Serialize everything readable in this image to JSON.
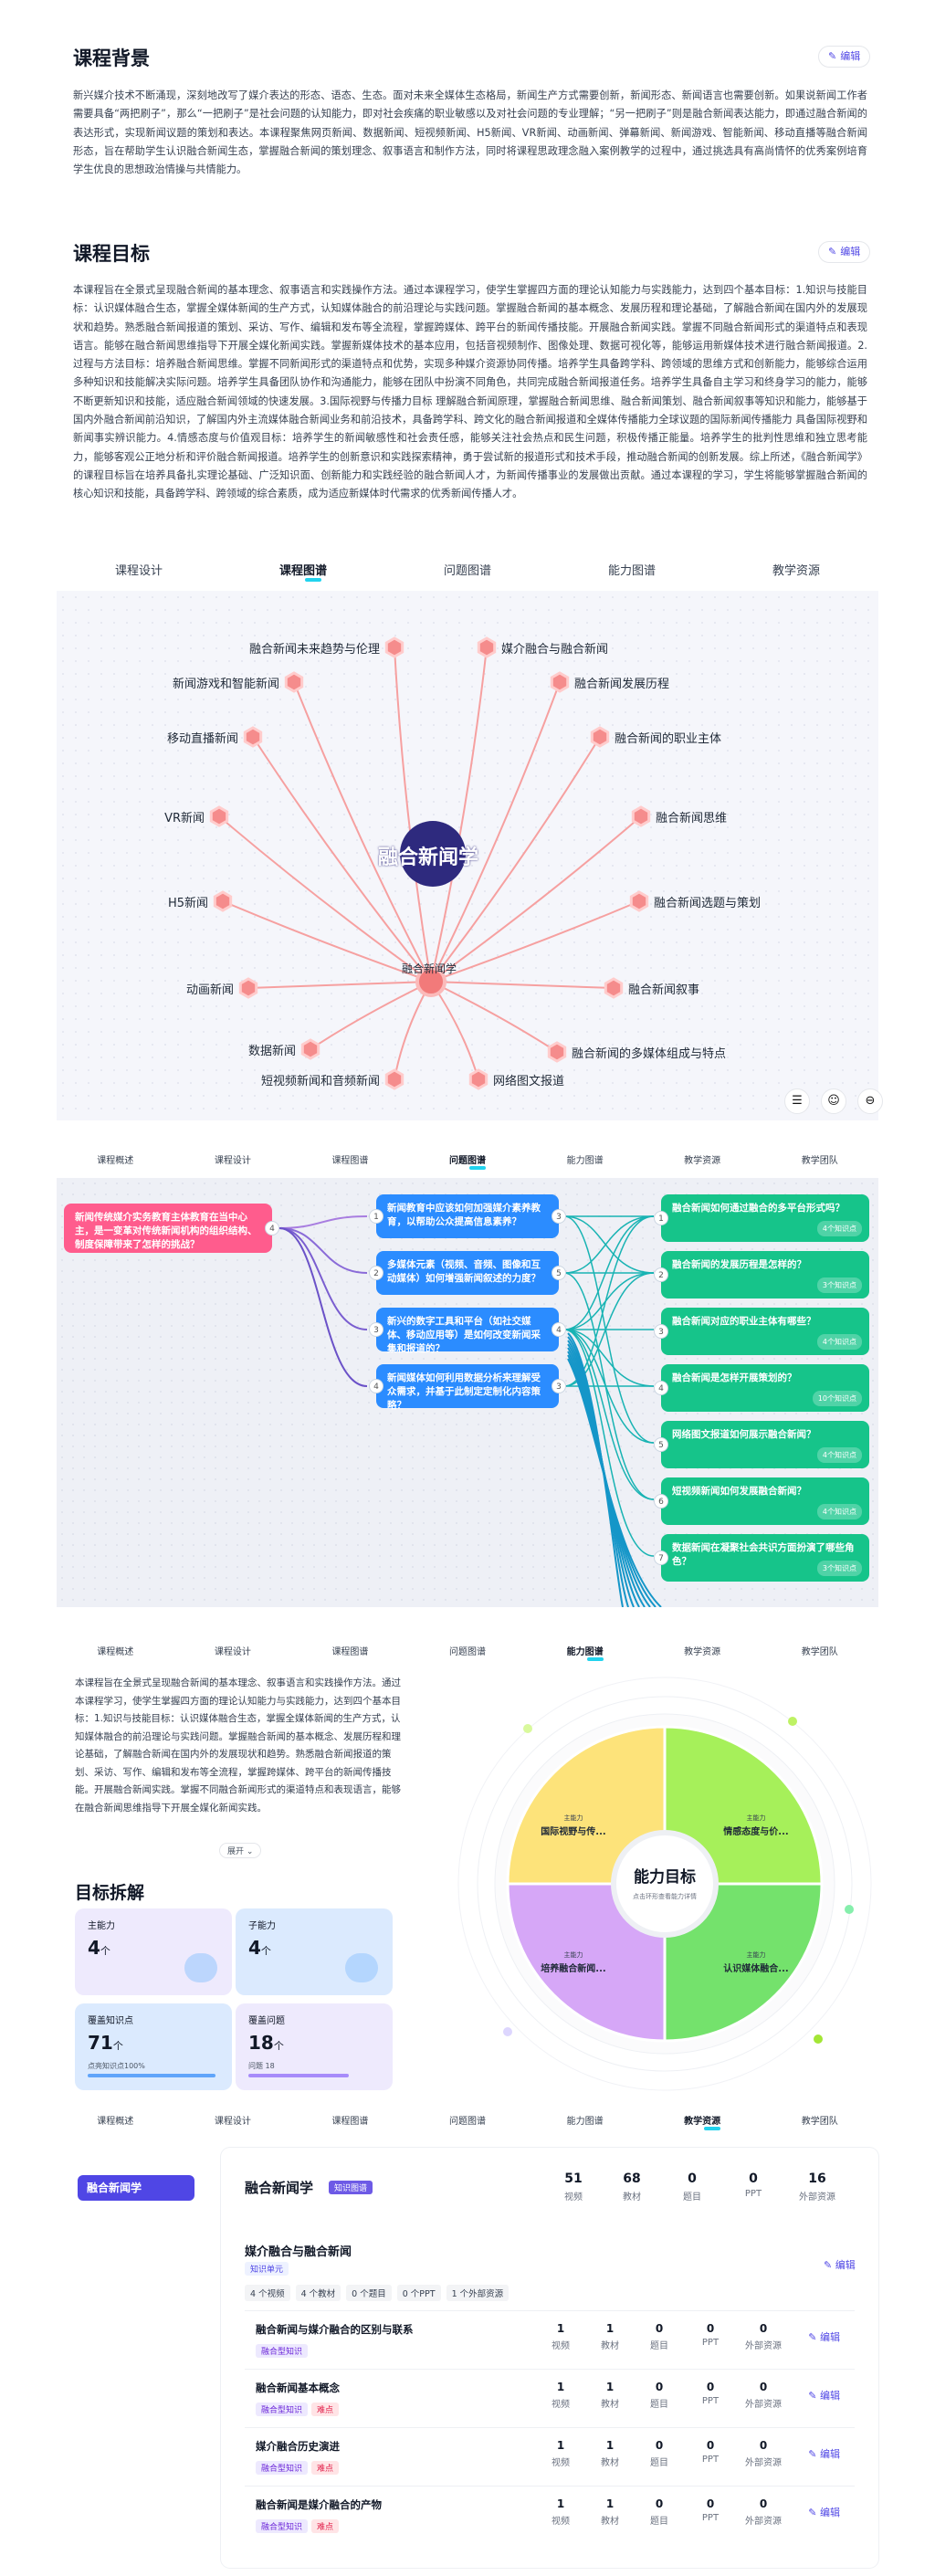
{
  "background": {
    "title": "课程背景",
    "edit": "编辑",
    "text": "新兴媒介技术不断涌现，深刻地改写了媒介表达的形态、语态、生态。面对未来全媒体生态格局，新闻生产方式需要创新，新闻形态、新闻语言也需要创新。如果说新闻工作者需要具备“两把刷子”，那么“一把刷子”是社会问题的认知能力，即对社会疾痛的职业敏感以及对社会问题的专业理解；“另一把刷子”则是融合新闻表达能力，即通过融合新闻的表达形式，实现新闻议题的策划和表达。本课程聚焦网页新闻、数据新闻、短视频新闻、H5新闻、VR新闻、动画新闻、弹幕新闻、新闻游戏、智能新闻、移动直播等融合新闻形态，旨在帮助学生认识融合新闻生态，掌握融合新闻的策划理念、叙事语言和制作方法，同时将课程思政理念融入案例教学的过程中，通过挑选具有高尚情怀的优秀案例培育学生优良的思想政治情操与共情能力。"
  },
  "goals": {
    "title": "课程目标",
    "edit": "编辑",
    "text": "本课程旨在全景式呈现融合新闻的基本理念、叙事语言和实践操作方法。通过本课程学习，使学生掌握四方面的理论认知能力与实践能力，达到四个基本目标：1.知识与技能目标：认识媒体融合生态，掌握全媒体新闻的生产方式，认知媒体融合的前沿理论与实践问题。掌握融合新闻的基本概念、发展历程和理论基础，了解融合新闻在国内外的发展现状和趋势。熟悉融合新闻报道的策划、采访、写作、编辑和发布等全流程，掌握跨媒体、跨平台的新闻传播技能。开展融合新闻实践。掌握不同融合新闻形式的渠道特点和表现语言。能够在融合新闻思维指导下开展全媒化新闻实践。掌握新媒体技术的基本应用，包括音视频制作、图像处理、数据可视化等，能够运用新媒体技术进行融合新闻报道。2.过程与方法目标：培养融合新闻思维。掌握不同新闻形式的渠道特点和优势，实现多种媒介资源协同传播。培养学生具备跨学科、跨领域的思维方式和创新能力，能够综合运用多种知识和技能解决实际问题。培养学生具备团队协作和沟通能力，能够在团队中扮演不同角色，共同完成融合新闻报道任务。培养学生具备自主学习和终身学习的能力，能够不断更新知识和技能，适应融合新闻领域的快速发展。3.国际视野与传播力目标 理解融合新闻原理，掌握融合新闻思维、融合新闻策划、融合新闻叙事等知识和能力，能够基于国内外融合新闻前沿知识，了解国内外主流媒体融合新闻业务和前沿技术，具备跨学科、跨文化的融合新闻报道和全媒体传播能力全球议题的国际新闻传播能力 具备国际视野和新闻事实辨识能力。4.情感态度与价值观目标：培养学生的新闻敏感性和社会责任感，能够关注社会热点和民生问题，积极传播正能量。培养学生的批判性思维和独立思考能力，能够客观公正地分析和评价融合新闻报道。培养学生的创新意识和实践探索精神，勇于尝试新的报道形式和技术手段，推动融合新闻的创新发展。综上所述，《融合新闻学》的课程目标旨在培养具备扎实理论基础、广泛知识面、创新能力和实践经验的融合新闻人才，为新闻传播事业的发展做出贡献。通过本课程的学习，学生将能够掌握融合新闻的核心知识和技能，具备跨学科、跨领域的综合素质，成为适应新媒体时代需求的优秀新闻传播人才。"
  },
  "tabs1": [
    "课程设计",
    "课程图谱",
    "问题图谱",
    "能力图谱",
    "教学资源"
  ],
  "tabs1_active": 1,
  "knowledge_map": {
    "center": "融合新闻学",
    "hub": "融合新闻学",
    "nodes": [
      {
        "label": "融合新闻未来趋势与伦理"
      },
      {
        "label": "媒介融合与融合新闻"
      },
      {
        "label": "新闻游戏和智能新闻"
      },
      {
        "label": "融合新闻发展历程"
      },
      {
        "label": "移动直播新闻"
      },
      {
        "label": "融合新闻的职业主体"
      },
      {
        "label": "VR新闻"
      },
      {
        "label": "融合新闻思维"
      },
      {
        "label": "H5新闻"
      },
      {
        "label": "融合新闻选题与策划"
      },
      {
        "label": "动画新闻"
      },
      {
        "label": "融合新闻叙事"
      },
      {
        "label": "数据新闻"
      },
      {
        "label": "融合新闻的多媒体组成与特点"
      },
      {
        "label": "短视频新闻和音频新闻"
      },
      {
        "label": "网络图文报道"
      }
    ],
    "tools": [
      "filter-icon",
      "user-icon",
      "minus-circle-icon"
    ]
  },
  "tabs2": [
    "课程概述",
    "课程设计",
    "课程图谱",
    "问题图谱",
    "能力图谱",
    "教学资源",
    "教学团队"
  ],
  "tabs2_active": 3,
  "problem_map": {
    "root": "新闻传统媒介实务教育主体教育在当中心主，是一变革对传统新闻机构的组织结构、制度保障带来了怎样的挑战？",
    "mids": [
      "新闻教育中应该如何加强媒介素养教育，以帮助公众提高信息素养？",
      "多媒体元素（视频、音频、图像和互动媒体）如何增强新闻叙述的力度？",
      "新兴的数字工具和平台（如社交媒体、移动应用等）是如何改变新闻采集和报道的？",
      "新闻媒体如何利用数据分析来理解受众需求，并基于此制定定制化内容策略？"
    ],
    "mid_nums": [
      "3",
      "5",
      "4",
      "3"
    ],
    "leaves": [
      {
        "q": "融合新闻如何通过融合的多平台形式吗？",
        "badge": "4个知识点"
      },
      {
        "q": "融合新闻的发展历程是怎样的？",
        "badge": "3个知识点"
      },
      {
        "q": "融合新闻对应的职业主体有哪些？",
        "badge": "4个知识点"
      },
      {
        "q": "融合新闻是怎样开展策划的？",
        "badge": "10个知识点"
      },
      {
        "q": "网络图文报道如何展示融合新闻？",
        "badge": "4个知识点"
      },
      {
        "q": "短视频新闻如何发展融合新闻？",
        "badge": "4个知识点"
      },
      {
        "q": "数据新闻在凝聚社会共识方面扮演了哪些角色？",
        "badge": "3个知识点"
      }
    ]
  },
  "tabs3": [
    "课程概述",
    "课程设计",
    "课程图谱",
    "问题图谱",
    "能力图谱",
    "教学资源",
    "教学团队"
  ],
  "tabs3_active": 4,
  "ability": {
    "text": "本课程旨在全景式呈现融合新闻的基本理念、叙事语言和实践操作方法。通过本课程学习，使学生掌握四方面的理论认知能力与实践能力，达到四个基本目标：1.知识与技能目标：认识媒体融合生态，掌握全媒体新闻的生产方式，认知媒体融合的前沿理论与实践问题。掌握融合新闻的基本概念、发展历程和理论基础，了解融合新闻在国内外的发展现状和趋势。熟悉融合新闻报道的策划、采访、写作、编辑和发布等全流程，掌握跨媒体、跨平台的新闻传播技能。开展融合新闻实践。掌握不同融合新闻形式的渠道特点和表现语言，能够在融合新闻思维指导下开展全媒化新闻实践。",
    "expand": "展开",
    "decompose_title": "目标拆解",
    "cards": [
      {
        "label": "主能力",
        "value": "4",
        "unit": "个"
      },
      {
        "label": "子能力",
        "value": "4",
        "unit": "个"
      },
      {
        "label": "覆盖知识点",
        "value": "71",
        "unit": "个",
        "foot": "点亮知识点100%"
      },
      {
        "label": "覆盖问题",
        "value": "18",
        "unit": "个",
        "foot": "问题 18"
      }
    ],
    "wheel": {
      "center_title": "能力目标",
      "center_sub": "点击环形查看能力详情",
      "quadrants": [
        {
          "tag": "主能力",
          "name": "国际视野与传..."
        },
        {
          "tag": "主能力",
          "name": "情感态度与价..."
        },
        {
          "tag": "主能力",
          "name": "培养融合新闻..."
        },
        {
          "tag": "主能力",
          "name": "认识媒体融合..."
        }
      ],
      "colors": [
        "#fde37a",
        "#a6f05a",
        "#d6a7f7",
        "#74e26c"
      ]
    }
  },
  "tabs4": [
    "课程概述",
    "课程设计",
    "课程图谱",
    "问题图谱",
    "能力图谱",
    "教学资源",
    "教学团队"
  ],
  "tabs4_active": 5,
  "resources": {
    "side_item": "融合新闻学",
    "header": {
      "title": "融合新闻学",
      "tag": "知识图谱"
    },
    "stats": [
      {
        "n": "51",
        "t": "视频"
      },
      {
        "n": "68",
        "t": "教材"
      },
      {
        "n": "0",
        "t": "题目"
      },
      {
        "n": "0",
        "t": "PPT"
      },
      {
        "n": "16",
        "t": "外部资源"
      }
    ],
    "chapter": {
      "title": "媒介融合与融合新闻",
      "tag": "知识单元",
      "edit": "编辑",
      "pills": [
        "4 个视频",
        "4 个教材",
        "0 个题目",
        "0 个PPT",
        "1 个外部资源"
      ]
    },
    "rows": [
      {
        "title": "融合新闻与媒介融合的区别与联系",
        "tags": [
          "融合型知识"
        ],
        "vals": [
          "1",
          "1",
          "0",
          "0",
          "0"
        ]
      },
      {
        "title": "融合新闻基本概念",
        "tags": [
          "融合型知识",
          "难点"
        ],
        "vals": [
          "1",
          "1",
          "0",
          "0",
          "0"
        ]
      },
      {
        "title": "媒介融合历史演进",
        "tags": [
          "融合型知识",
          "难点"
        ],
        "vals": [
          "1",
          "1",
          "0",
          "0",
          "0"
        ]
      },
      {
        "title": "融合新闻是媒介融合的产物",
        "tags": [
          "融合型知识",
          "难点"
        ],
        "vals": [
          "1",
          "1",
          "0",
          "0",
          "0"
        ]
      }
    ],
    "col_labels": [
      "视频",
      "教材",
      "题目",
      "PPT",
      "外部资源"
    ],
    "row_edit": "编辑"
  }
}
